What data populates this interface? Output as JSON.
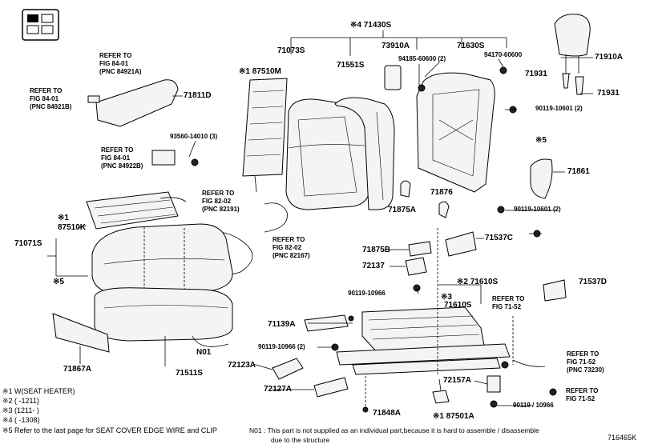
{
  "corner_code": "716465K",
  "notes": {
    "n1": "※1  W(SEAT HEATER)",
    "n2": "※2 (       -1211)",
    "n3": "※3 (1211-       )",
    "n4": "※4 (       -1308)",
    "n5": "※5 Refer to the last page for SEAT COVER EDGE WIRE and CLIP",
    "n01_a": "N01 : This part is not supplied as an individual part,because it is hard to assemble / disassemble",
    "n01_b": "due to the structure"
  },
  "labels": {
    "p71430S": "※4 71430S",
    "p71073S": "71073S",
    "p71551S": "71551S",
    "p73910A": "73910A",
    "p94185": "94185-60600 (2)",
    "p71630S": "71630S",
    "p94170": "94170-60600",
    "p71910A": "71910A",
    "p71931a": "71931",
    "p71931b": "71931",
    "p87510M": "※1 87510M",
    "p71811D": "71811D",
    "p93560": "93560-14010 (3)",
    "p90119a": "90119-10601 (2)",
    "p_x5a": "※5",
    "p71861": "71861",
    "p71876": "71876",
    "p71875A": "71875A",
    "p90119b": "90119-10601 (2)",
    "p87510K_mark": "※1",
    "p87510K": "87510K",
    "p71071S": "71071S",
    "p71537C": "71537C",
    "p71875B": "71875B",
    "p72137": "72137",
    "p71610S_a": "※2 71610S",
    "p71537D": "71537D",
    "p_x5b": "※5",
    "p90119c": "90119-10966",
    "p71610S_b": "※3",
    "p71610S_c": "71610S",
    "p71139A": "71139A",
    "p90119d": "90119-10966 (2)",
    "pN01": "N01",
    "p72123A": "72123A",
    "p71867A": "71867A",
    "p71511S": "71511S",
    "p72127A": "72127A",
    "p72157A": "72157A",
    "p90119e": "90119 / 10966",
    "p71848A": "71848A",
    "p87501A": "※1 87501A"
  },
  "refs": {
    "r1": [
      "REFER TO",
      "FIG 84-01",
      "(PNC 84921A)"
    ],
    "r2": [
      "REFER TO",
      "FIG 84-01",
      "(PNC 84921B)"
    ],
    "r3": [
      "REFER TO",
      "FIG 84-01",
      "(PNC 84922B)"
    ],
    "r4": [
      "REFER TO",
      "FIG 82-02",
      "(PNC 82191)"
    ],
    "r5": [
      "REFER TO",
      "FIG 82-02",
      "(PNC 82167)"
    ],
    "r6": [
      "REFER TO",
      "FIG 71-52"
    ],
    "r7": [
      "REFER TO",
      "FIG 71-52",
      "(PNC 73230)"
    ],
    "r8": [
      "REFER TO",
      "FIG 71-52"
    ]
  }
}
